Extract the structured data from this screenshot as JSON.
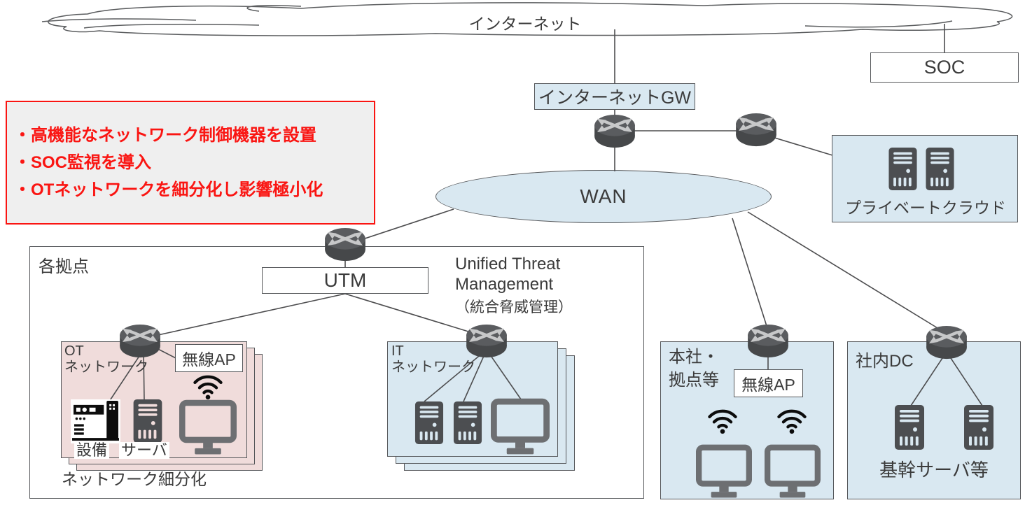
{
  "colors": {
    "accent_blue": "#d9e8f1",
    "accent_pink": "#f0dcdb",
    "alert_red": "#fa1512",
    "note_bg": "#efefef",
    "line_gray": "#4d4d4f",
    "box_border": "#55575a",
    "icon_dark": "#4c4e51",
    "icon_gray": "#6d6f72",
    "text_dark": "#3b3b3b"
  },
  "icons": {
    "router": "router-icon",
    "server": "server-icon",
    "monitor": "monitor-icon",
    "wifi": "wifi-icon",
    "equipment": "equipment-icon"
  },
  "cloud": {
    "label": "インターネット"
  },
  "soc": {
    "label": "SOC"
  },
  "gateway": {
    "label": "インターネットGW"
  },
  "wan": {
    "label": "WAN"
  },
  "private_cloud": {
    "label": "プライベートクラウド"
  },
  "note": {
    "lines": [
      "・高機能なネットワーク制御機器を設置",
      "・SOC監視を導入",
      "・OTネットワークを細分化し影響極小化"
    ]
  },
  "sites": {
    "label": "各拠点"
  },
  "utm": {
    "label": "UTM",
    "desc_en_1": "Unified Threat",
    "desc_en_2": "Management",
    "desc_ja": "（統合脅威管理）"
  },
  "ot": {
    "name_1": "OT",
    "name_2": "ネットワーク",
    "wireless_ap": "無線AP",
    "equipment": "設備",
    "server": "サーバ",
    "caption": "ネットワーク細分化"
  },
  "it": {
    "name_1": "IT",
    "name_2": "ネットワーク"
  },
  "hq": {
    "name_1": "本社・",
    "name_2": "拠点等",
    "wireless_ap": "無線AP"
  },
  "dc": {
    "label": "社内DC",
    "caption": "基幹サーバ等"
  }
}
